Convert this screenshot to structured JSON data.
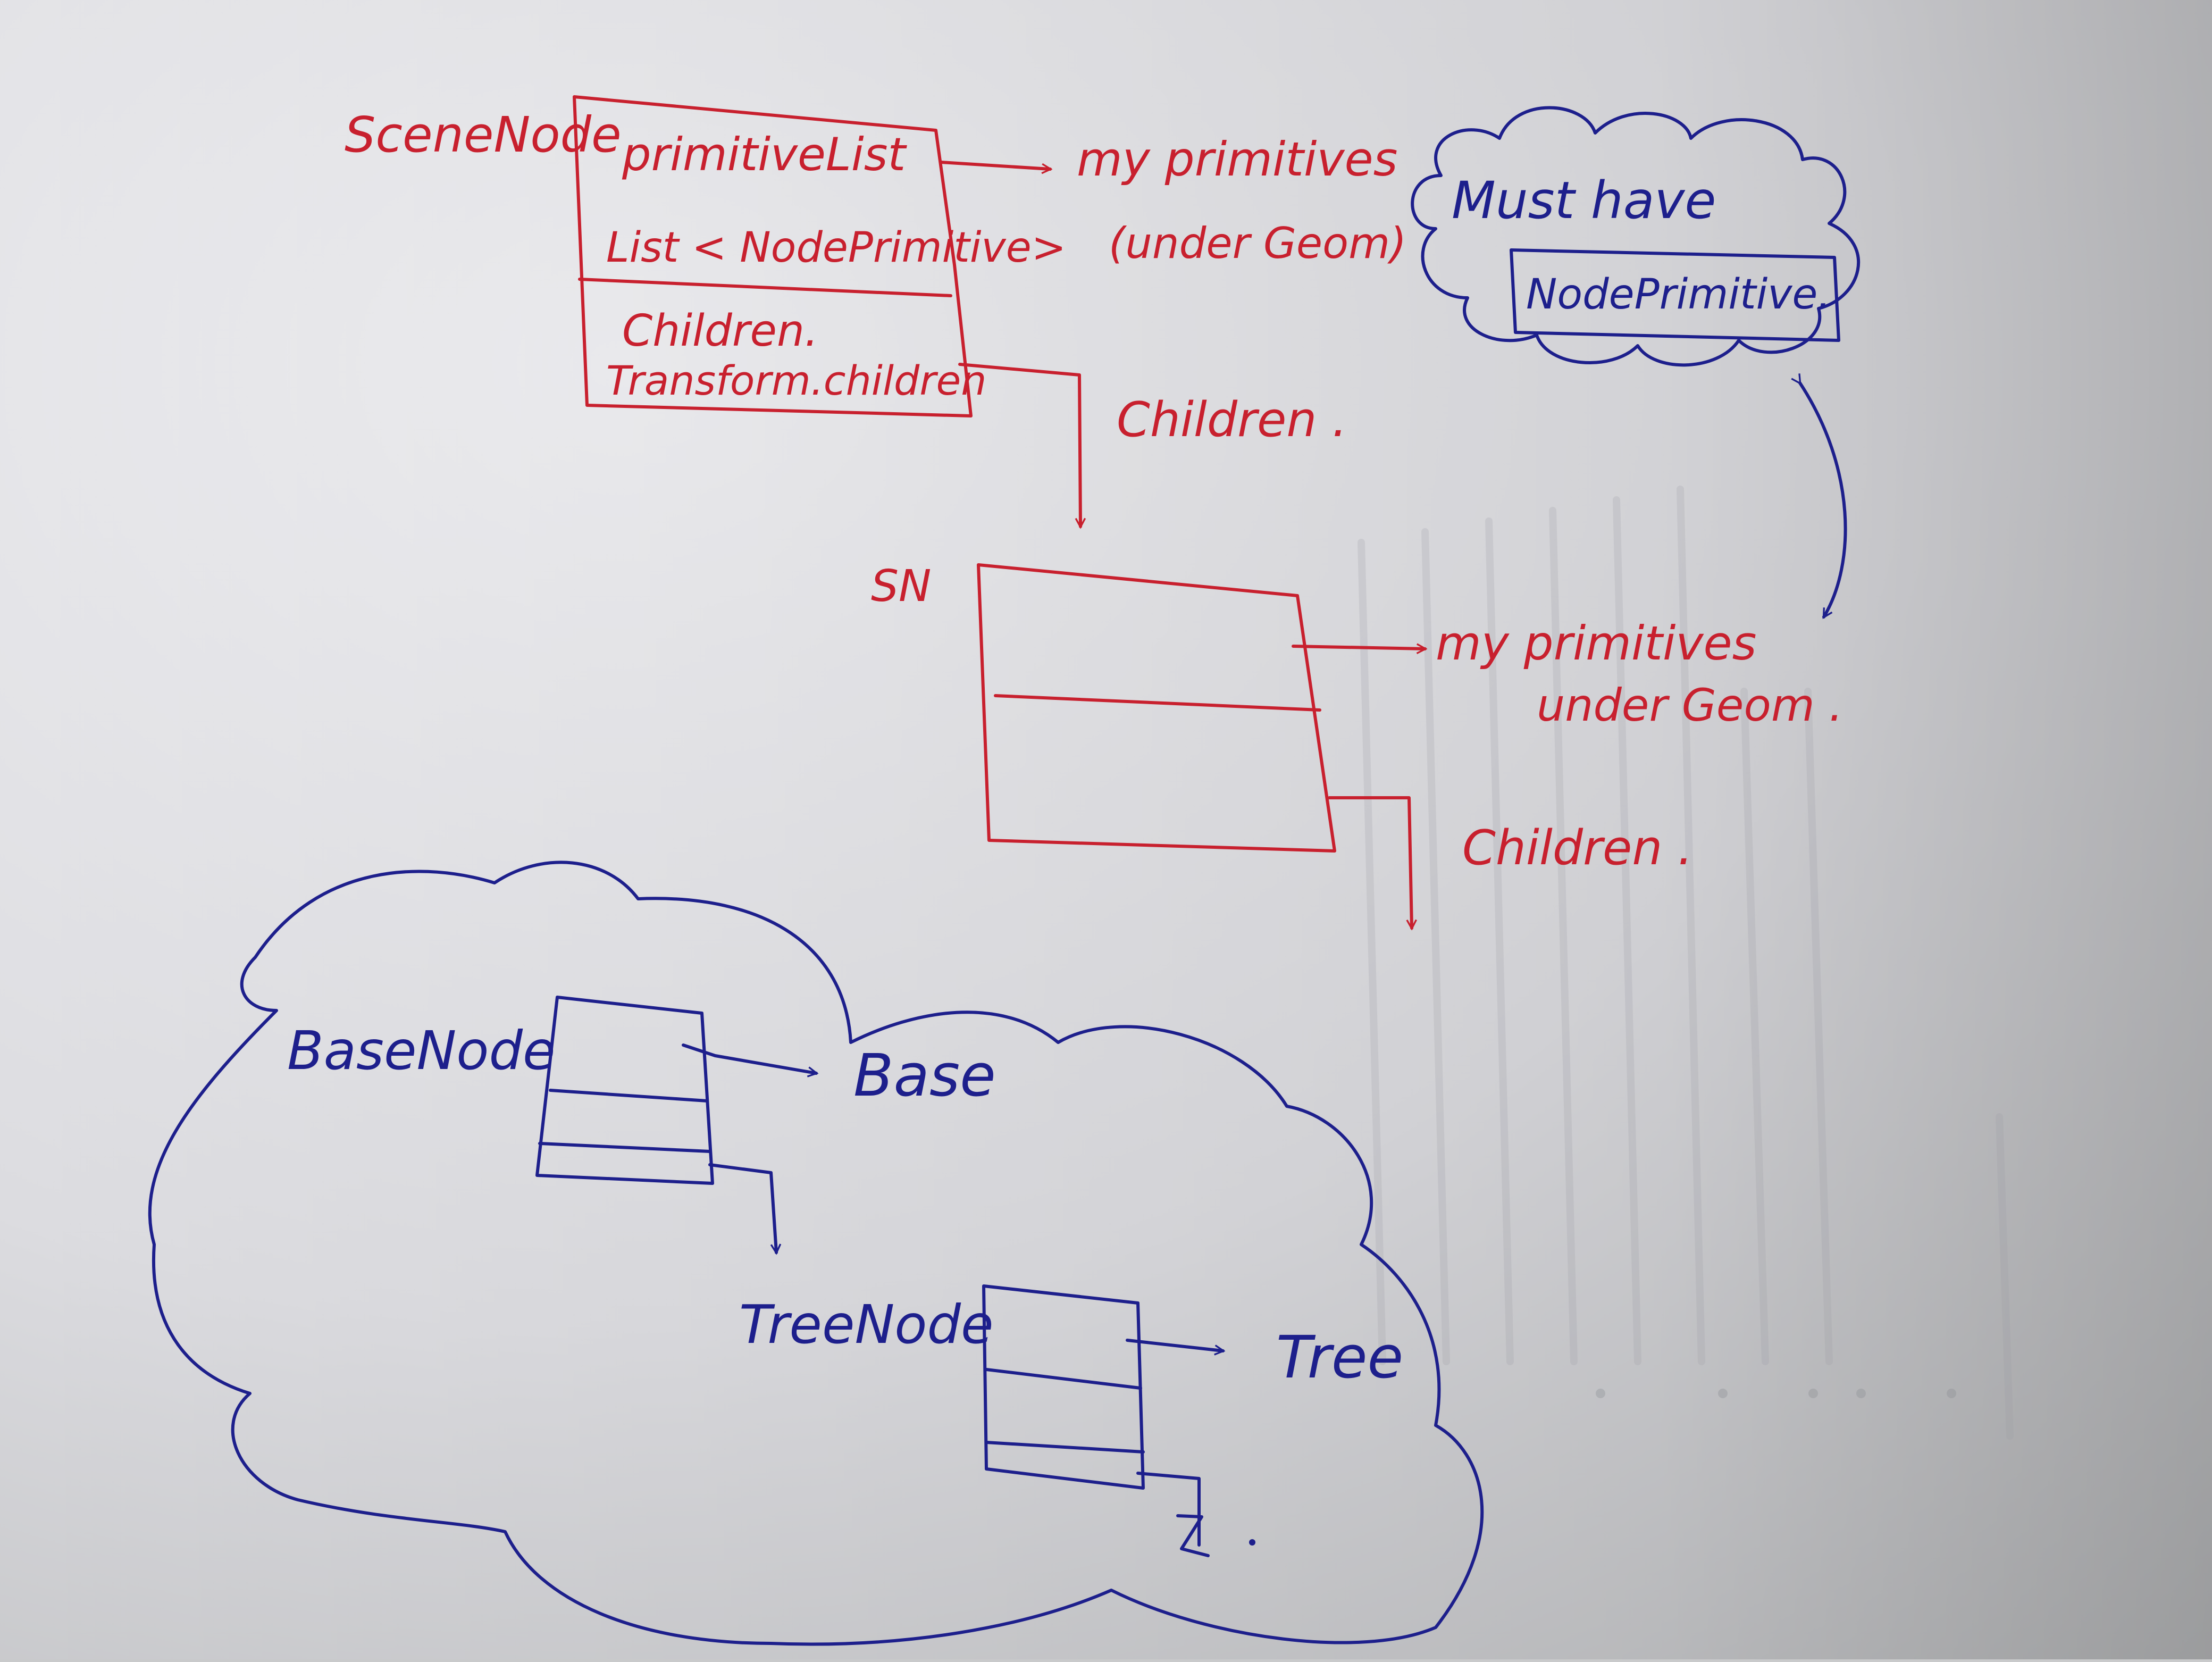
{
  "colors": {
    "paper_light": "#e9e8ec",
    "paper_mid": "#d6d6da",
    "paper_shadow": "#a9aaac",
    "red_ink": "#c8202e",
    "blue_ink": "#1d1f8c",
    "bleed_ink": "#9a9ca3"
  },
  "scene_node": {
    "label": "SceneNode",
    "field_primitive_list": "primitiveList",
    "field_list_type": "List < NodePrimitive>",
    "field_children": "Children.",
    "field_transform_children": "Transform.children",
    "arrow_primitives_label_1": "my primitives",
    "arrow_primitives_label_2": "(under Geom)",
    "arrow_children_label": "Children ."
  },
  "must_have_cloud": {
    "title": "Must have",
    "box_text": "NodePrimitive."
  },
  "sn_node": {
    "label": "SN",
    "arrow_primitives_label_1": "my primitives",
    "arrow_primitives_label_2": "under Geom .",
    "arrow_children_label": "Children ."
  },
  "base_cloud": {
    "base_node_label": "BaseNode",
    "base_arrow_label": "Base",
    "tree_node_label": "TreeNode",
    "tree_arrow_label": "Tree"
  }
}
